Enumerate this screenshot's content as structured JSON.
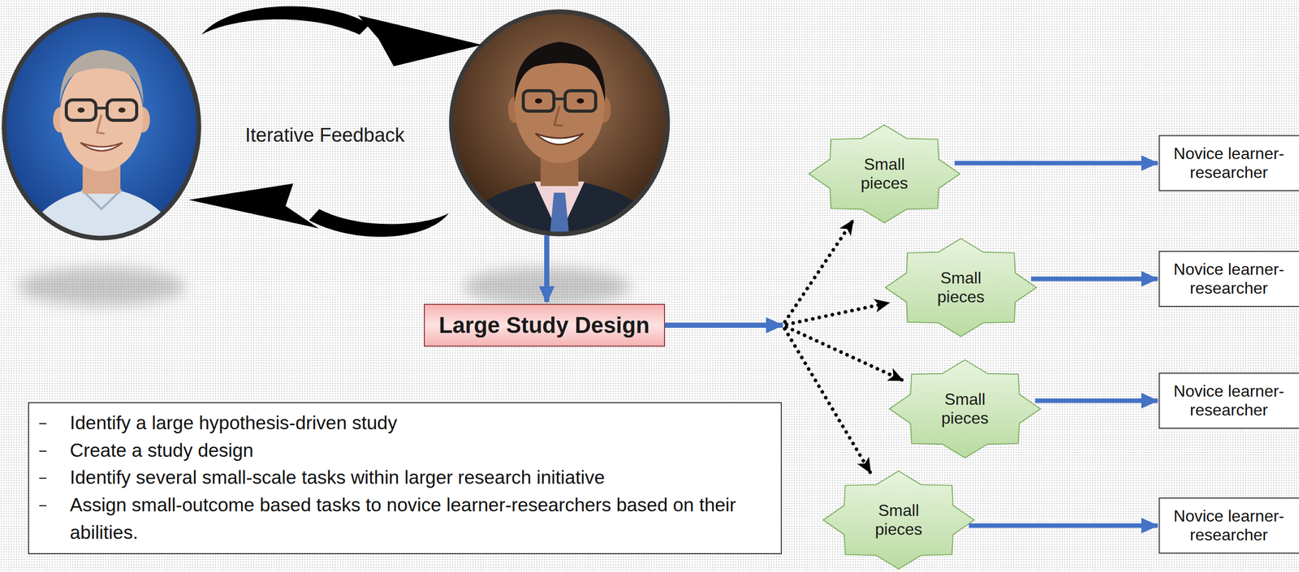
{
  "diagram": {
    "nodes": [
      {
        "text": [
          "Large Study Design"
        ]
      },
      {
        "text": [
          "Small pieces"
        ]
      },
      {
        "text": [
          "Small pieces"
        ]
      },
      {
        "text": [
          "Small pieces"
        ]
      },
      {
        "text": [
          "Small pieces"
        ]
      },
      {
        "text": [
          "Novice learner-researcher"
        ]
      },
      {
        "text": [
          "Novice learner-researcher"
        ]
      },
      {
        "text": [
          "Novice learner-researcher"
        ]
      },
      {
        "text": [
          "Novice learner-researcher"
        ]
      },
      {
        "text": [
          "Identify a large hypothesis-driven study",
          "Create a study design",
          "Identify several small-scale tasks within larger research initiative",
          "Assign small-outcome based tasks to novice learner-researchers based on their abilities."
        ]
      }
    ],
    "edges": [
      {
        "from": 0,
        "to": 1,
        "arrow": "to"
      },
      {
        "from": 0,
        "to": 2,
        "arrow": "to"
      },
      {
        "from": 0,
        "to": 3,
        "arrow": "to"
      },
      {
        "from": 0,
        "to": 4,
        "arrow": "to"
      },
      {
        "from": 1,
        "to": 5,
        "arrow": "to"
      },
      {
        "from": 2,
        "to": 6,
        "arrow": "to"
      },
      {
        "from": 3,
        "to": 7,
        "arrow": "to"
      },
      {
        "from": 4,
        "to": 8,
        "arrow": "to"
      }
    ],
    "labels": [
      "Iterative Feedback"
    ]
  }
}
